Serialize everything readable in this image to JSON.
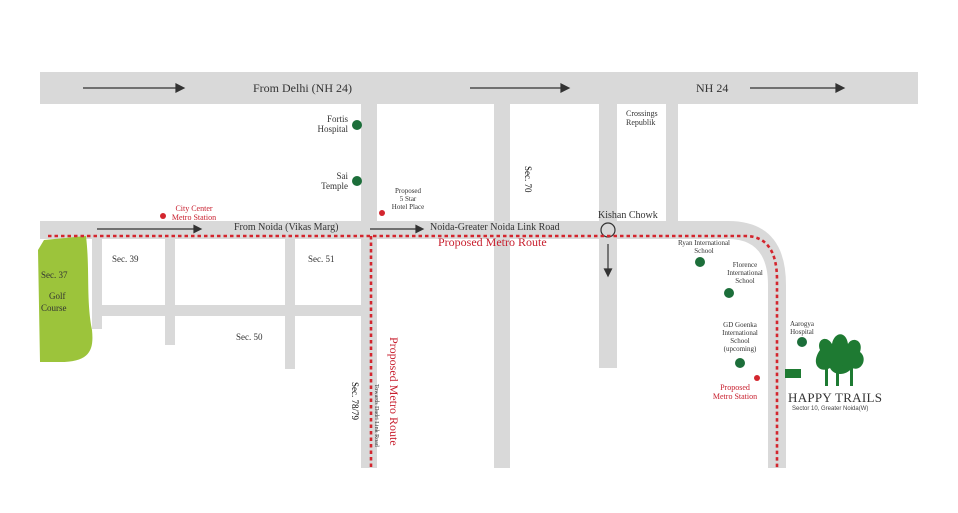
{
  "roads": {
    "nh24_left": "From Delhi (NH 24)",
    "nh24_right": "NH 24",
    "vikas_marg": "From Noida (Vikas Marg)",
    "link_road": "Noida-Greater Noida Link Road",
    "kishan_chowk": "Kishan Chowk",
    "tower_road": "Towards Dadri Link Road"
  },
  "metro": {
    "route_label_h": "Proposed Metro Route",
    "route_label_v": "Proposed Metro Route",
    "color": "#d3262e"
  },
  "sectors": {
    "sec37": "Sec. 37",
    "golf": "Golf",
    "course": "Course",
    "sec39": "Sec. 39",
    "sec51": "Sec. 51",
    "sec50": "Sec. 50",
    "sec70": "Sec. 70",
    "sec78": "Sec. 78/79"
  },
  "landmarks": {
    "fortis_1": "Fortis",
    "fortis_2": "Hospital",
    "sai_1": "Sai",
    "sai_2": "Temple",
    "hotel_1": "Proposed",
    "hotel_2": "5 Star",
    "hotel_3": "Hotel Place",
    "citycenter_1": "City Center",
    "citycenter_2": "Metro Station",
    "crossings_1": "Crossings",
    "crossings_2": "Republik",
    "ryan_1": "Ryan International",
    "ryan_2": "School",
    "florence_1": "Florence",
    "florence_2": "International",
    "florence_3": "School",
    "gd_1": "GD Goenka",
    "gd_2": "International",
    "gd_3": "School",
    "gd_4": "(upcoming)",
    "aarogya_1": "Aarogya",
    "aarogya_2": "Hospital",
    "pms_1": "Proposed",
    "pms_2": "Metro Station"
  },
  "project": {
    "name": "HAPPY TRAILS",
    "subtitle": "Sector 10, Greater Noida(W)",
    "tree_icon": "tree-icon"
  },
  "colors": {
    "road": "#d9d9d9",
    "landmark_dot": "#1c6e3a",
    "golf": "#9cc43b",
    "metro": "#d3262e"
  }
}
